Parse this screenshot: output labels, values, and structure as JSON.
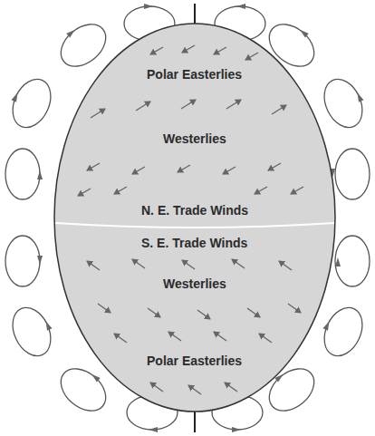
{
  "diagram": {
    "labels": [
      "Polar Easterlies",
      "Westerlies",
      "N. E. Trade Winds",
      "S. E. Trade Winds",
      "Westerlies",
      "Polar Easterlies"
    ]
  }
}
